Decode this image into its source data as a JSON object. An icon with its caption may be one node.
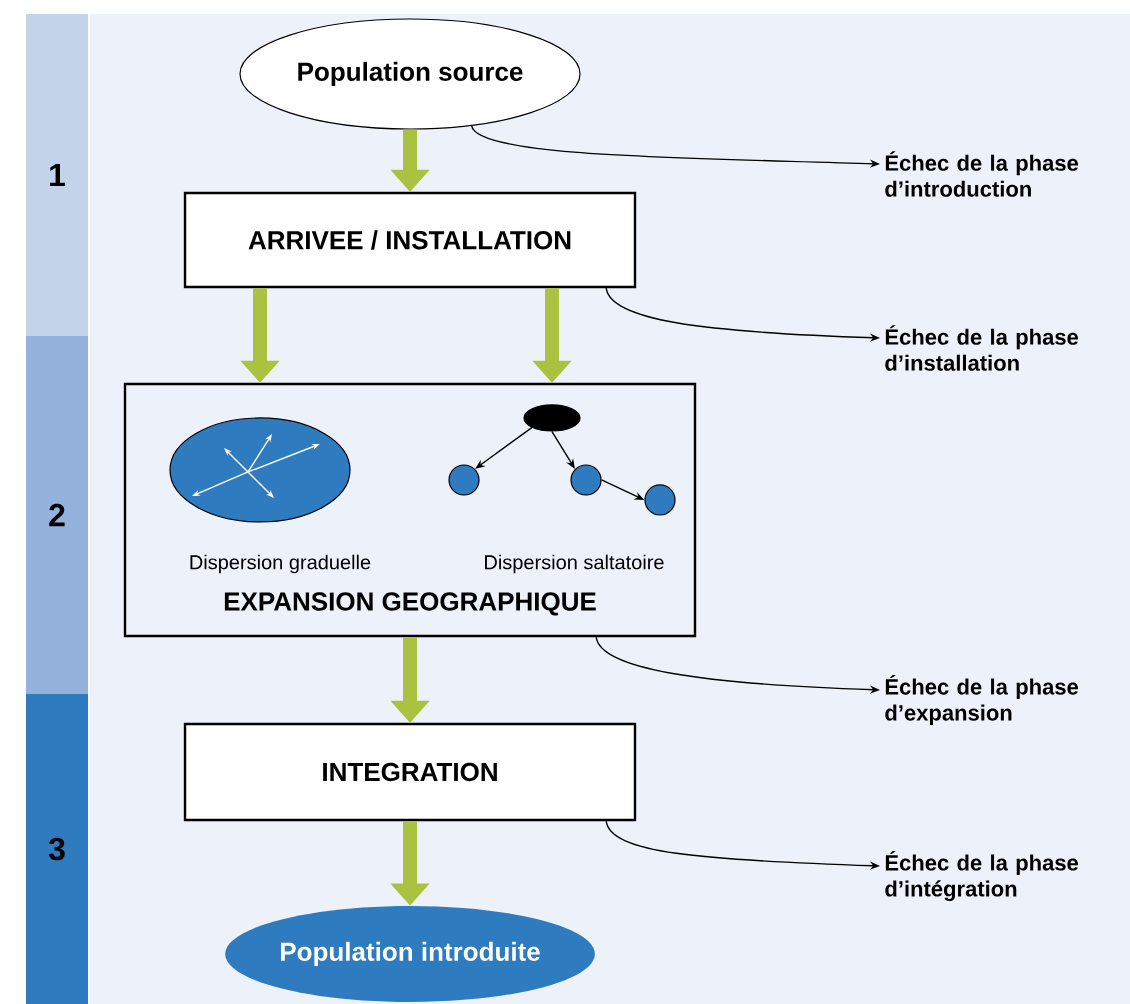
{
  "diagram": {
    "nodes": [
      {
        "text": [
          "1"
        ]
      },
      {
        "text": [
          "2"
        ]
      },
      {
        "text": [
          "3"
        ]
      },
      {
        "text": [
          "Population source"
        ]
      },
      {
        "text": [
          "ARRIVEE / INSTALLATION"
        ]
      },
      {
        "text": [
          "EXPANSION GEOGRAPHIQUE"
        ]
      },
      {
        "text": [],
        "shape": "circle",
        "in": 5
      },
      {
        "text": [],
        "shape": "circle",
        "in": 5
      },
      {
        "text": [],
        "shape": "circle",
        "in": 5
      },
      {
        "text": [],
        "shape": "circle",
        "in": 5
      },
      {
        "text": [],
        "shape": "circle",
        "in": 5
      },
      {
        "text": [
          "INTEGRATION"
        ]
      },
      {
        "text": [
          "Population introduite"
        ]
      },
      {
        "text": [
          "Échec de la phase d’introduction"
        ]
      },
      {
        "text": [
          "Échec de la phase d’installation"
        ]
      },
      {
        "text": [
          "Échec de la phase d’expansion"
        ]
      },
      {
        "text": [
          "Échec de la phase d’intégration"
        ]
      }
    ],
    "edges": [
      {
        "from": 3,
        "to": 4,
        "arrow": "to",
        "style": "thick",
        "color": "#a9c23f"
      },
      {
        "from": 4,
        "to": 5,
        "arrow": "to",
        "style": "thick",
        "color": "#a9c23f"
      },
      {
        "from": 4,
        "to": 5,
        "arrow": "to",
        "style": "thick",
        "color": "#a9c23f"
      },
      {
        "from": 5,
        "to": 11,
        "arrow": "to",
        "style": "thick",
        "color": "#a9c23f"
      },
      {
        "from": 11,
        "to": 12,
        "arrow": "to",
        "style": "thick",
        "color": "#a9c23f"
      },
      {
        "from": 7,
        "to": 8,
        "arrow": "to"
      },
      {
        "from": 7,
        "to": 9,
        "arrow": "to"
      },
      {
        "from": 9,
        "to": 10,
        "arrow": "to"
      },
      {
        "from": 3,
        "to": 13,
        "arrow": "to"
      },
      {
        "from": 4,
        "to": 14,
        "arrow": "to"
      },
      {
        "from": 5,
        "to": 15,
        "arrow": "to"
      },
      {
        "from": 11,
        "to": 16,
        "arrow": "to"
      }
    ],
    "labels": [
      "Dispersion graduelle",
      "Dispersion saltatoire"
    ]
  }
}
